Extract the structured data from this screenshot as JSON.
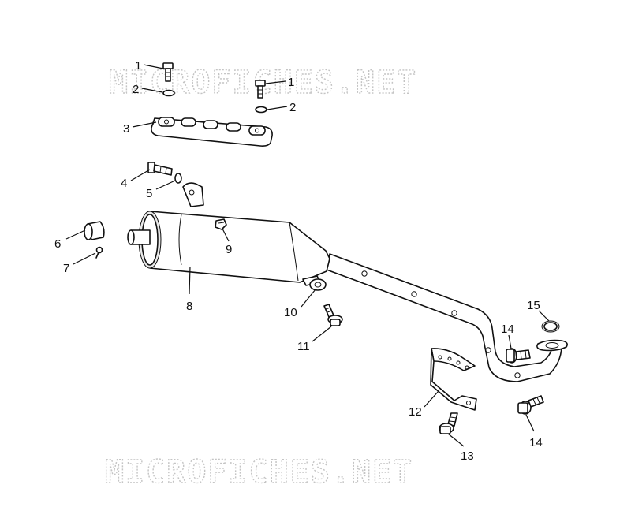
{
  "watermark": {
    "text": "MICROFICHES.NET"
  },
  "callouts": {
    "c1a": "1",
    "c1b": "1",
    "c2a": "2",
    "c2b": "2",
    "c3": "3",
    "c4": "4",
    "c5": "5",
    "c6": "6",
    "c7": "7",
    "c8": "8",
    "c9": "9",
    "c10": "10",
    "c11": "11",
    "c12": "12",
    "c13": "13",
    "c14a": "14",
    "c14b": "14",
    "c15": "15"
  },
  "colors": {
    "line": "#111111",
    "watermark": "#c4c4c4",
    "background": "#ffffff"
  }
}
